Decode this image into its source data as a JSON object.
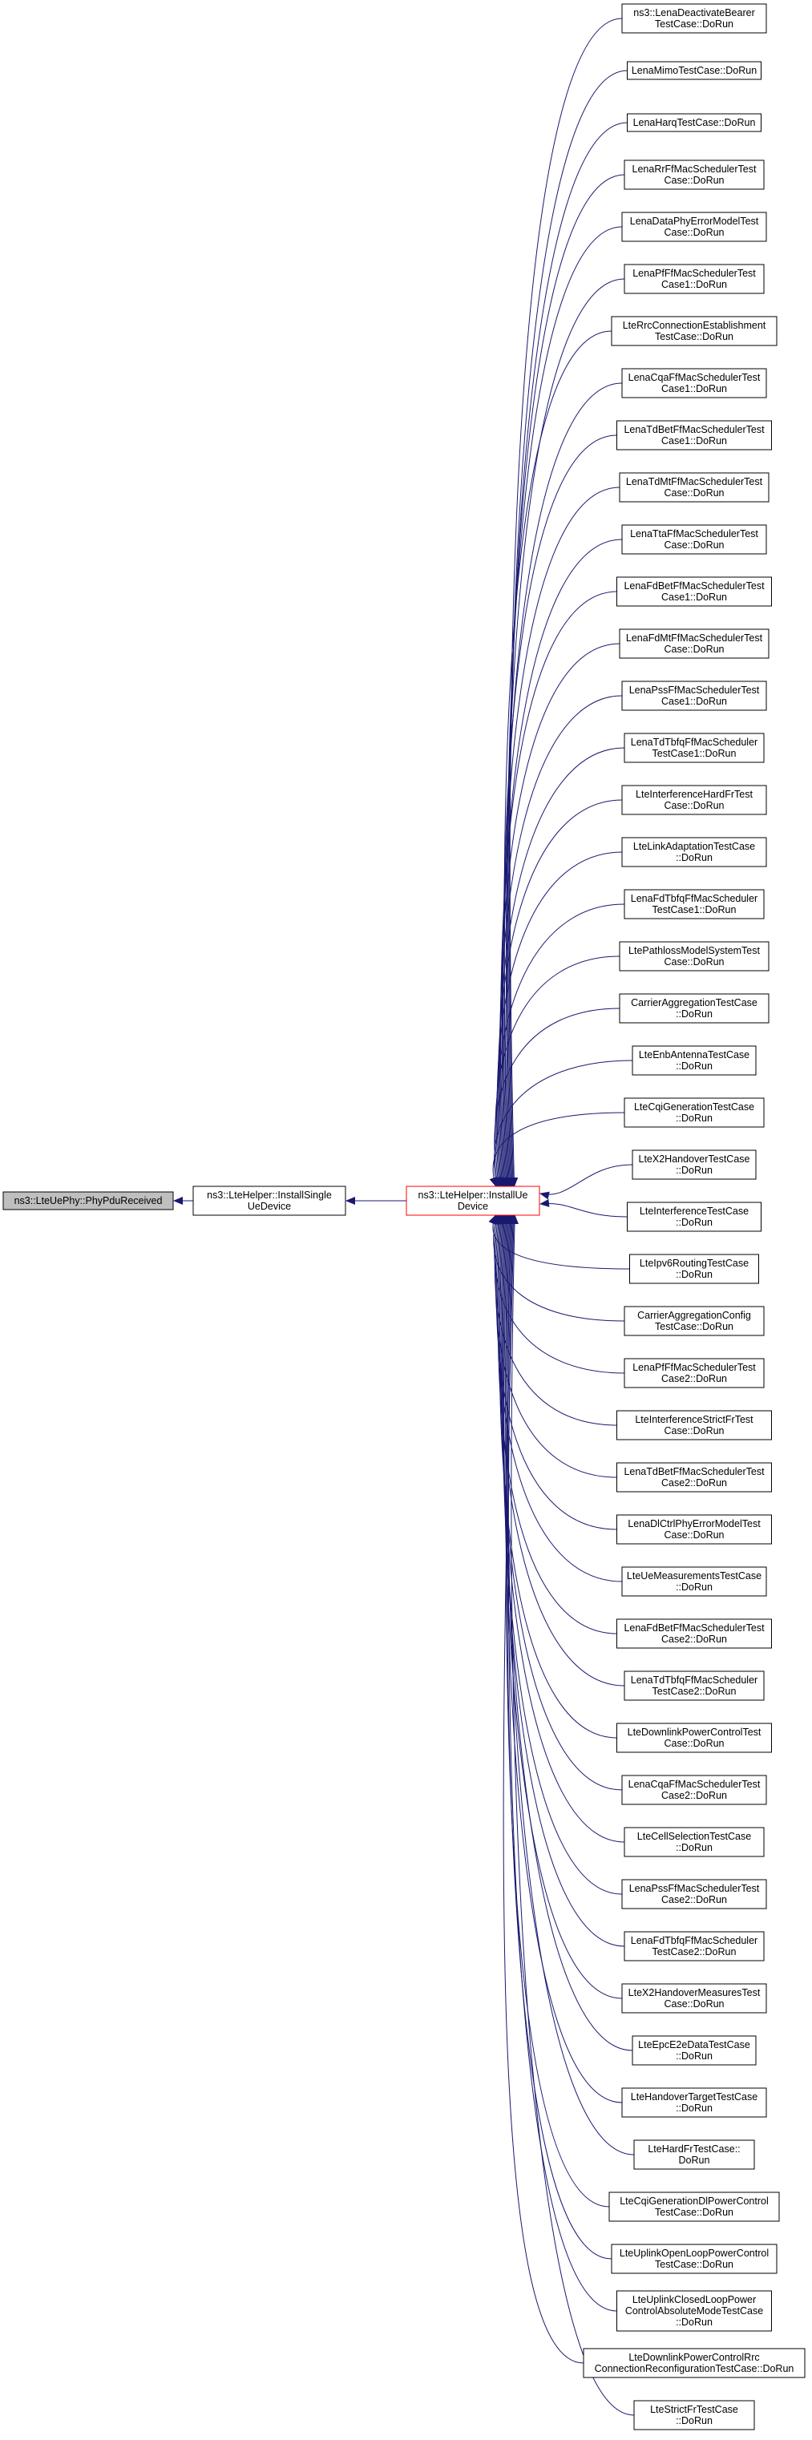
{
  "colors": {
    "edge": "#191970",
    "node_border": "#000000",
    "root_fill": "#bfbfbf",
    "focus_border": "#ff0000",
    "node_fill": "#ffffff"
  },
  "nodes": {
    "root": [
      "ns3::LteUePhy::PhyPduReceived"
    ],
    "install_single": [
      "ns3::LteHelper::InstallSingle",
      "UeDevice"
    ],
    "install_ue": [
      "ns3::LteHelper::InstallUe",
      "Device"
    ]
  },
  "callers": [
    [
      "ns3::LenaDeactivateBearer",
      "TestCase::DoRun"
    ],
    [
      "LenaMimoTestCase::DoRun"
    ],
    [
      "LenaHarqTestCase::DoRun"
    ],
    [
      "LenaRrFfMacSchedulerTest",
      "Case::DoRun"
    ],
    [
      "LenaDataPhyErrorModelTest",
      "Case::DoRun"
    ],
    [
      "LenaPfFfMacSchedulerTest",
      "Case1::DoRun"
    ],
    [
      "LteRrcConnectionEstablishment",
      "TestCase::DoRun"
    ],
    [
      "LenaCqaFfMacSchedulerTest",
      "Case1::DoRun"
    ],
    [
      "LenaTdBetFfMacSchedulerTest",
      "Case1::DoRun"
    ],
    [
      "LenaTdMtFfMacSchedulerTest",
      "Case::DoRun"
    ],
    [
      "LenaTtaFfMacSchedulerTest",
      "Case::DoRun"
    ],
    [
      "LenaFdBetFfMacSchedulerTest",
      "Case1::DoRun"
    ],
    [
      "LenaFdMtFfMacSchedulerTest",
      "Case::DoRun"
    ],
    [
      "LenaPssFfMacSchedulerTest",
      "Case1::DoRun"
    ],
    [
      "LenaTdTbfqFfMacScheduler",
      "TestCase1::DoRun"
    ],
    [
      "LteInterferenceHardFrTest",
      "Case::DoRun"
    ],
    [
      "LteLinkAdaptationTestCase",
      "::DoRun"
    ],
    [
      "LenaFdTbfqFfMacScheduler",
      "TestCase1::DoRun"
    ],
    [
      "LtePathlossModelSystemTest",
      "Case::DoRun"
    ],
    [
      "CarrierAggregationTestCase",
      "::DoRun"
    ],
    [
      "LteEnbAntennaTestCase",
      "::DoRun"
    ],
    [
      "LteCqiGenerationTestCase",
      "::DoRun"
    ],
    [
      "LteX2HandoverTestCase",
      "::DoRun"
    ],
    [
      "LteInterferenceTestCase",
      "::DoRun"
    ],
    [
      "LteIpv6RoutingTestCase",
      "::DoRun"
    ],
    [
      "CarrierAggregationConfig",
      "TestCase::DoRun"
    ],
    [
      "LenaPfFfMacSchedulerTest",
      "Case2::DoRun"
    ],
    [
      "LteInterferenceStrictFrTest",
      "Case::DoRun"
    ],
    [
      "LenaTdBetFfMacSchedulerTest",
      "Case2::DoRun"
    ],
    [
      "LenaDlCtrlPhyErrorModelTest",
      "Case::DoRun"
    ],
    [
      "LteUeMeasurementsTestCase",
      "::DoRun"
    ],
    [
      "LenaFdBetFfMacSchedulerTest",
      "Case2::DoRun"
    ],
    [
      "LenaTdTbfqFfMacScheduler",
      "TestCase2::DoRun"
    ],
    [
      "LteDownlinkPowerControlTest",
      "Case::DoRun"
    ],
    [
      "LenaCqaFfMacSchedulerTest",
      "Case2::DoRun"
    ],
    [
      "LteCellSelectionTestCase",
      "::DoRun"
    ],
    [
      "LenaPssFfMacSchedulerTest",
      "Case2::DoRun"
    ],
    [
      "LenaFdTbfqFfMacScheduler",
      "TestCase2::DoRun"
    ],
    [
      "LteX2HandoverMeasuresTest",
      "Case::DoRun"
    ],
    [
      "LteEpcE2eDataTestCase",
      "::DoRun"
    ],
    [
      "LteHandoverTargetTestCase",
      "::DoRun"
    ],
    [
      "LteHardFrTestCase::",
      "DoRun"
    ],
    [
      "LteCqiGenerationDlPowerControl",
      "TestCase::DoRun"
    ],
    [
      "LteUplinkOpenLoopPowerControl",
      "TestCase::DoRun"
    ],
    [
      "LteUplinkClosedLoopPower",
      "ControlAbsoluteModeTestCase",
      "::DoRun"
    ],
    [
      "LteDownlinkPowerControlRrc",
      "ConnectionReconfigurationTestCase::DoRun"
    ],
    [
      "LteStrictFrTestCase",
      "::DoRun"
    ]
  ]
}
